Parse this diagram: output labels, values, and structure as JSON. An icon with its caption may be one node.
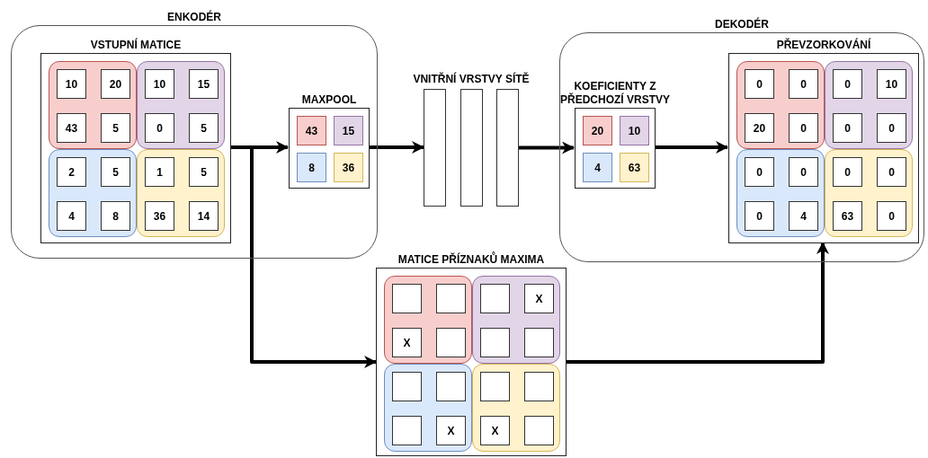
{
  "diagram": {
    "nodes": [
      {
        "text": [
          "ENKODÉR"
        ]
      },
      {
        "text": [
          "VSTUPNÍ MATICE"
        ],
        "in": 0
      },
      {
        "text": [],
        "shape": "box",
        "in": 1
      },
      {
        "text": [
          "10"
        ],
        "in": 2
      },
      {
        "text": [
          "20"
        ],
        "in": 2
      },
      {
        "text": [
          "43"
        ],
        "in": 2
      },
      {
        "text": [
          "5"
        ],
        "in": 2
      },
      {
        "text": [],
        "shape": "box",
        "in": 1
      },
      {
        "text": [
          "10"
        ],
        "in": 7
      },
      {
        "text": [
          "15"
        ],
        "in": 7
      },
      {
        "text": [
          "0"
        ],
        "in": 7
      },
      {
        "text": [
          "5"
        ],
        "in": 7
      },
      {
        "text": [],
        "shape": "box",
        "in": 1
      },
      {
        "text": [
          "2"
        ],
        "in": 12
      },
      {
        "text": [
          "5"
        ],
        "in": 12
      },
      {
        "text": [
          "4"
        ],
        "in": 12
      },
      {
        "text": [
          "8"
        ],
        "in": 12
      },
      {
        "text": [],
        "shape": "box",
        "in": 1
      },
      {
        "text": [
          "1"
        ],
        "in": 17
      },
      {
        "text": [
          "5"
        ],
        "in": 17
      },
      {
        "text": [
          "36"
        ],
        "in": 17
      },
      {
        "text": [
          "14"
        ],
        "in": 17
      },
      {
        "text": [
          "MAXPOOL"
        ],
        "in": 0
      },
      {
        "text": [
          "43"
        ],
        "in": 22
      },
      {
        "text": [
          "15"
        ],
        "in": 22
      },
      {
        "text": [
          "8"
        ],
        "in": 22
      },
      {
        "text": [
          "36"
        ],
        "in": 22
      },
      {
        "text": [],
        "shape": "box"
      },
      {
        "text": [],
        "shape": "box"
      },
      {
        "text": [],
        "shape": "box"
      },
      {
        "text": [
          "DEKODÉR"
        ]
      },
      {
        "text": [
          "KOEFICIENTY Z PŘEDCHOZÍ VRSTVY"
        ],
        "in": 30
      },
      {
        "text": [
          "20"
        ],
        "in": 31
      },
      {
        "text": [
          "10"
        ],
        "in": 31
      },
      {
        "text": [
          "4"
        ],
        "in": 31
      },
      {
        "text": [
          "63"
        ],
        "in": 31
      },
      {
        "text": [
          "PŘEVZORKOVÁNÍ"
        ],
        "in": 30
      },
      {
        "text": [],
        "shape": "box",
        "in": 36
      },
      {
        "text": [
          "0"
        ],
        "in": 37
      },
      {
        "text": [
          "0"
        ],
        "in": 37
      },
      {
        "text": [
          "20"
        ],
        "in": 37
      },
      {
        "text": [
          "0"
        ],
        "in": 37
      },
      {
        "text": [],
        "shape": "box",
        "in": 36
      },
      {
        "text": [
          "0"
        ],
        "in": 42
      },
      {
        "text": [
          "10"
        ],
        "in": 42
      },
      {
        "text": [
          "0"
        ],
        "in": 42
      },
      {
        "text": [
          "0"
        ],
        "in": 42
      },
      {
        "text": [],
        "shape": "box",
        "in": 36
      },
      {
        "text": [
          "0"
        ],
        "in": 47
      },
      {
        "text": [
          "0"
        ],
        "in": 47
      },
      {
        "text": [
          "0"
        ],
        "in": 47
      },
      {
        "text": [
          "4"
        ],
        "in": 47
      },
      {
        "text": [],
        "shape": "box",
        "in": 36
      },
      {
        "text": [
          "0"
        ],
        "in": 52
      },
      {
        "text": [
          "0"
        ],
        "in": 52
      },
      {
        "text": [
          "63"
        ],
        "in": 52
      },
      {
        "text": [
          "0"
        ],
        "in": 52
      },
      {
        "text": [
          "MATICE PŘÍZNAKŮ MAXIMA"
        ]
      },
      {
        "text": [],
        "shape": "box",
        "in": 57
      },
      {
        "text": [],
        "shape": "box",
        "in": 58
      },
      {
        "text": [],
        "shape": "box",
        "in": 58
      },
      {
        "text": [
          "X"
        ],
        "in": 58
      },
      {
        "text": [],
        "shape": "box",
        "in": 58
      },
      {
        "text": [],
        "shape": "box",
        "in": 57
      },
      {
        "text": [],
        "shape": "box",
        "in": 63
      },
      {
        "text": [
          "X"
        ],
        "in": 63
      },
      {
        "text": [],
        "shape": "box",
        "in": 63
      },
      {
        "text": [],
        "shape": "box",
        "in": 63
      },
      {
        "text": [],
        "shape": "box",
        "in": 57
      },
      {
        "text": [],
        "shape": "box",
        "in": 68
      },
      {
        "text": [],
        "shape": "box",
        "in": 68
      },
      {
        "text": [],
        "shape": "box",
        "in": 68
      },
      {
        "text": [
          "X"
        ],
        "in": 68
      },
      {
        "text": [],
        "shape": "box",
        "in": 57
      },
      {
        "text": [],
        "shape": "box",
        "in": 73
      },
      {
        "text": [],
        "shape": "box",
        "in": 73
      },
      {
        "text": [
          "X"
        ],
        "in": 73
      },
      {
        "text": [],
        "shape": "box",
        "in": 73
      }
    ],
    "edges": [
      {
        "from": 1,
        "to": 22,
        "arrow": "to"
      },
      {
        "from": 1,
        "to": 57,
        "arrow": "to"
      },
      {
        "from": 22,
        "to": 27,
        "arrow": "to"
      },
      {
        "from": 29,
        "to": 31,
        "arrow": "to"
      },
      {
        "from": 31,
        "to": 36,
        "arrow": "to"
      },
      {
        "from": 57,
        "to": 36,
        "arrow": "to"
      }
    ],
    "labels": [
      "VNITŘNÍ VRSTVY SÍTĚ"
    ]
  }
}
